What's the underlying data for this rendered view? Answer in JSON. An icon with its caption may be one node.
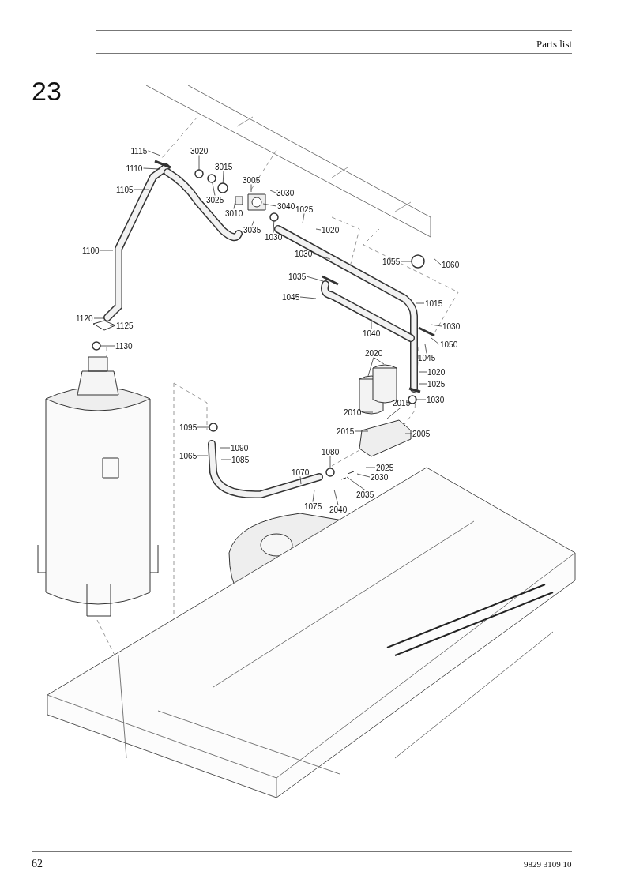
{
  "diagram": {
    "nodes": [
      {
        "text": [
          "1115"
        ]
      },
      {
        "text": [
          "3020"
        ]
      },
      {
        "text": [
          "1110"
        ]
      },
      {
        "text": [
          "3015"
        ]
      },
      {
        "text": [
          "3005"
        ]
      },
      {
        "text": [
          "1105"
        ]
      },
      {
        "text": [
          "3030"
        ]
      },
      {
        "text": [
          "3025"
        ]
      },
      {
        "text": [
          "3040"
        ]
      },
      {
        "text": [
          "1025"
        ]
      },
      {
        "text": [
          "3010"
        ]
      },
      {
        "text": [
          "3035"
        ]
      },
      {
        "text": [
          "1020"
        ]
      },
      {
        "text": [
          "1030"
        ]
      },
      {
        "text": [
          "1100"
        ]
      },
      {
        "text": [
          "1055"
        ]
      },
      {
        "text": [
          "1060"
        ]
      },
      {
        "text": [
          "1030"
        ]
      },
      {
        "text": [
          "1035"
        ]
      },
      {
        "text": [
          "1045"
        ]
      },
      {
        "text": [
          "1015"
        ]
      },
      {
        "text": [
          "1120"
        ]
      },
      {
        "text": [
          "1125"
        ]
      },
      {
        "text": [
          "1030"
        ]
      },
      {
        "text": [
          "1040"
        ]
      },
      {
        "text": [
          "1050"
        ]
      },
      {
        "text": [
          "1130"
        ]
      },
      {
        "text": [
          "2020"
        ]
      },
      {
        "text": [
          "1045"
        ]
      },
      {
        "text": [
          "1020"
        ]
      },
      {
        "text": [
          "1025"
        ]
      },
      {
        "text": [
          "1030"
        ]
      },
      {
        "text": [
          "2015"
        ]
      },
      {
        "text": [
          "2010"
        ]
      },
      {
        "text": [
          "1095"
        ]
      },
      {
        "text": [
          "2015"
        ]
      },
      {
        "text": [
          "2005"
        ]
      },
      {
        "text": [
          "1090"
        ]
      },
      {
        "text": [
          "1080"
        ]
      },
      {
        "text": [
          "1065"
        ]
      },
      {
        "text": [
          "1085"
        ]
      },
      {
        "text": [
          "2025"
        ]
      },
      {
        "text": [
          "1070"
        ]
      },
      {
        "text": [
          "2030"
        ]
      },
      {
        "text": [
          "2035"
        ]
      },
      {
        "text": [
          "2040"
        ]
      },
      {
        "text": [
          "1075"
        ]
      },
      {
        "text": [],
        "shape": "circle"
      },
      {
        "text": [],
        "shape": "circle"
      },
      {
        "text": [],
        "shape": "circle"
      },
      {
        "text": [],
        "shape": "circle"
      },
      {
        "text": [],
        "shape": "circle"
      },
      {
        "text": [],
        "shape": "circle"
      },
      {
        "text": [],
        "shape": "circle"
      },
      {
        "text": [],
        "shape": "circle"
      },
      {
        "text": [],
        "shape": "circle"
      }
    ],
    "edges": [
      {
        "from": 0,
        "to": null,
        "arrow": "none"
      },
      {
        "from": 1,
        "to": 47,
        "arrow": "none"
      },
      {
        "from": 2,
        "to": null,
        "arrow": "none"
      },
      {
        "from": 3,
        "to": 49,
        "arrow": "none"
      },
      {
        "from": 4,
        "to": null,
        "arrow": "none"
      },
      {
        "from": 5,
        "to": null,
        "arrow": "none"
      },
      {
        "from": 6,
        "to": null,
        "arrow": "none"
      },
      {
        "from": 7,
        "to": 48,
        "arrow": "none"
      },
      {
        "from": 8,
        "to": null,
        "arrow": "none"
      },
      {
        "from": 9,
        "to": null,
        "arrow": "none"
      },
      {
        "from": 10,
        "to": null,
        "arrow": "none"
      },
      {
        "from": 11,
        "to": null,
        "arrow": "none"
      },
      {
        "from": 12,
        "to": null,
        "arrow": "none"
      },
      {
        "from": 13,
        "to": 50,
        "arrow": "none"
      },
      {
        "from": 14,
        "to": null,
        "arrow": "none"
      },
      {
        "from": 15,
        "to": 51,
        "arrow": "none"
      },
      {
        "from": 16,
        "to": null,
        "arrow": "none"
      },
      {
        "from": 17,
        "to": null,
        "arrow": "none"
      },
      {
        "from": 18,
        "to": null,
        "arrow": "none"
      },
      {
        "from": 19,
        "to": null,
        "arrow": "none"
      },
      {
        "from": 20,
        "to": null,
        "arrow": "none"
      },
      {
        "from": 21,
        "to": null,
        "arrow": "none"
      },
      {
        "from": 22,
        "to": null,
        "arrow": "none"
      },
      {
        "from": 23,
        "to": null,
        "arrow": "none"
      },
      {
        "from": 24,
        "to": null,
        "arrow": "none"
      },
      {
        "from": 25,
        "to": null,
        "arrow": "none"
      },
      {
        "from": 26,
        "to": 52,
        "arrow": "none"
      },
      {
        "from": 27,
        "to": null,
        "arrow": "none"
      },
      {
        "from": 27,
        "to": null,
        "arrow": "none"
      },
      {
        "from": 28,
        "to": null,
        "arrow": "none"
      },
      {
        "from": 29,
        "to": null,
        "arrow": "none"
      },
      {
        "from": 30,
        "to": null,
        "arrow": "none"
      },
      {
        "from": 31,
        "to": 53,
        "arrow": "none"
      },
      {
        "from": 32,
        "to": null,
        "arrow": "none"
      },
      {
        "from": 33,
        "to": null,
        "arrow": "none"
      },
      {
        "from": 34,
        "to": 54,
        "arrow": "none"
      },
      {
        "from": 35,
        "to": null,
        "arrow": "none"
      },
      {
        "from": 36,
        "to": null,
        "arrow": "none"
      },
      {
        "from": 37,
        "to": null,
        "arrow": "none"
      },
      {
        "from": 38,
        "to": 55,
        "arrow": "none"
      },
      {
        "from": 39,
        "to": null,
        "arrow": "none"
      },
      {
        "from": 40,
        "to": null,
        "arrow": "none"
      },
      {
        "from": 41,
        "to": null,
        "arrow": "none"
      },
      {
        "from": 42,
        "to": null,
        "arrow": "none"
      },
      {
        "from": 43,
        "to": null,
        "arrow": "none"
      },
      {
        "from": 44,
        "to": null,
        "arrow": "none"
      },
      {
        "from": 45,
        "to": null,
        "arrow": "none"
      },
      {
        "from": 46,
        "to": null,
        "arrow": "none"
      }
    ],
    "labels": [
      "Parts list",
      "23",
      "62",
      "9829 3109 10"
    ]
  }
}
